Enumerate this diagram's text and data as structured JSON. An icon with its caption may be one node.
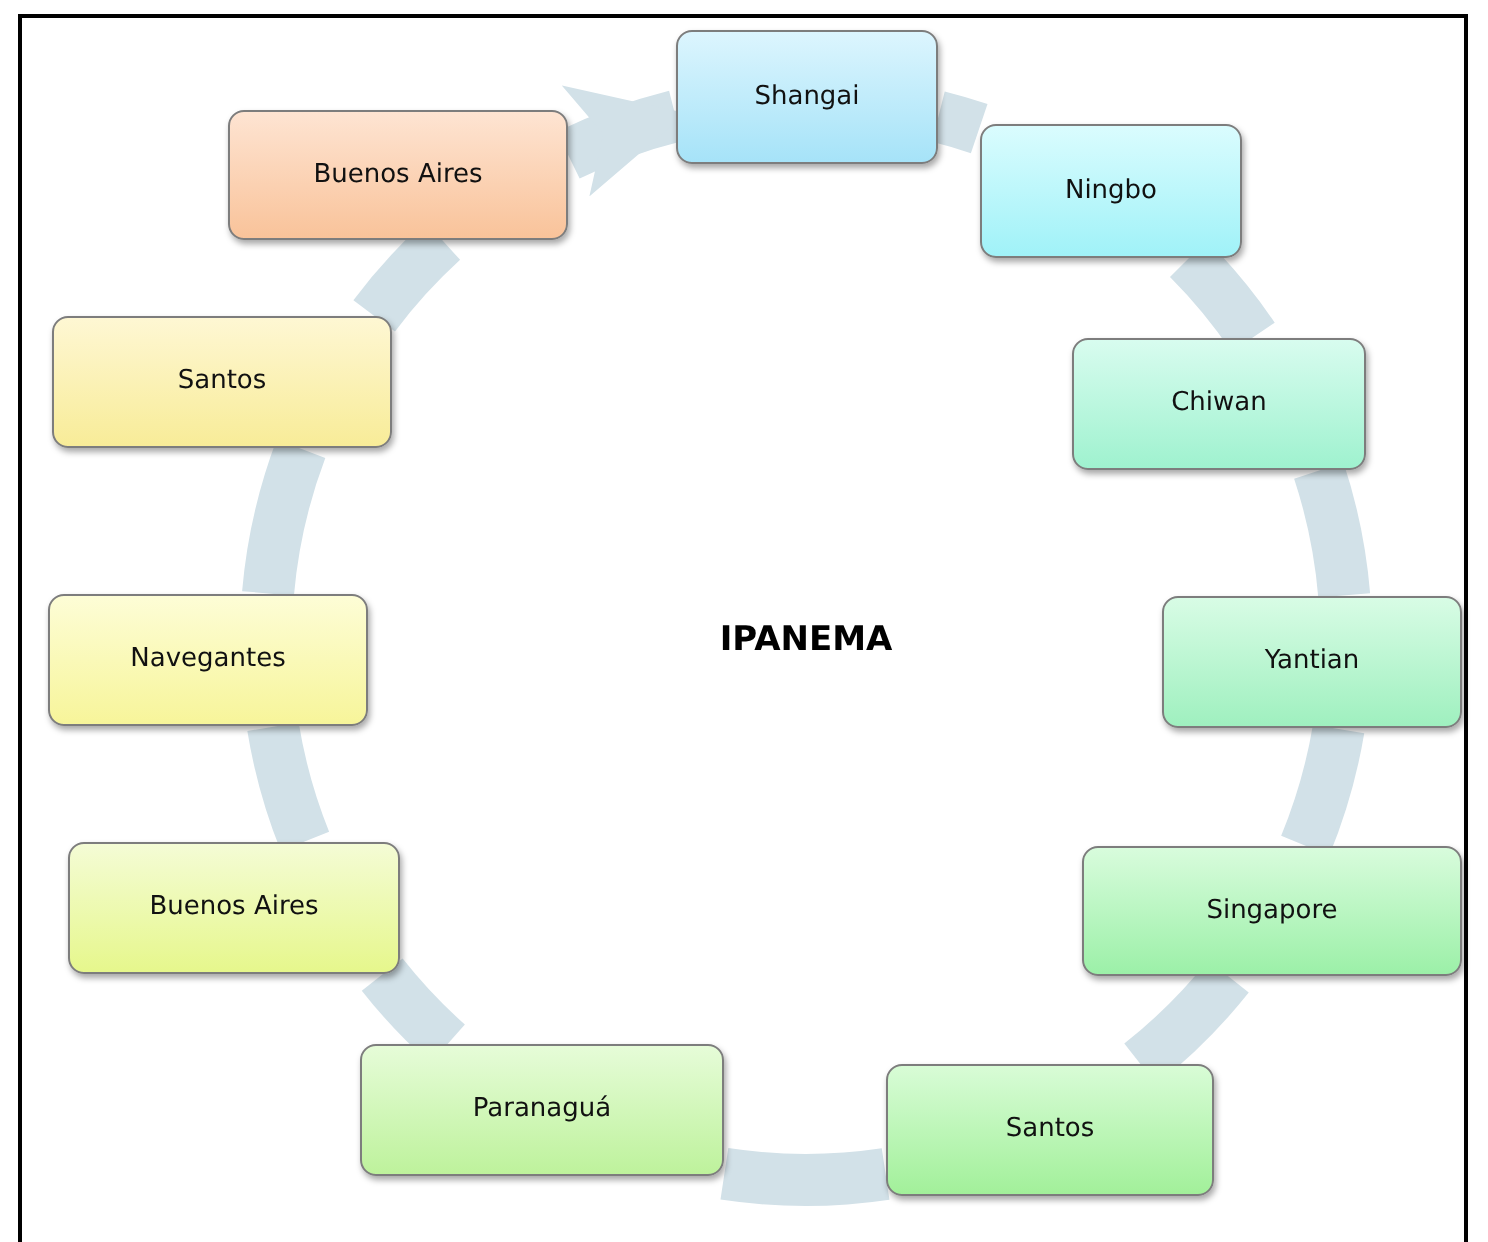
{
  "diagram": {
    "nodes": [
      {
        "text": [
          "Shangai"
        ]
      },
      {
        "text": [
          "Ningbo"
        ]
      },
      {
        "text": [
          "Chiwan"
        ]
      },
      {
        "text": [
          "Yantian"
        ]
      },
      {
        "text": [
          "Singapore"
        ]
      },
      {
        "text": [
          "Santos"
        ]
      },
      {
        "text": [
          "Paranaguá"
        ]
      },
      {
        "text": [
          "Buenos Aires"
        ]
      },
      {
        "text": [
          "Navegantes"
        ]
      },
      {
        "text": [
          "Santos"
        ]
      },
      {
        "text": [
          "Buenos Aires"
        ]
      }
    ],
    "edges": [
      {
        "from": 0,
        "to": 1,
        "arrow": "none"
      },
      {
        "from": 1,
        "to": 2,
        "arrow": "none"
      },
      {
        "from": 2,
        "to": 3,
        "arrow": "none"
      },
      {
        "from": 3,
        "to": 4,
        "arrow": "none"
      },
      {
        "from": 4,
        "to": 5,
        "arrow": "none"
      },
      {
        "from": 5,
        "to": 6,
        "arrow": "none"
      },
      {
        "from": 6,
        "to": 7,
        "arrow": "none"
      },
      {
        "from": 7,
        "to": 8,
        "arrow": "none"
      },
      {
        "from": 8,
        "to": 9,
        "arrow": "none"
      },
      {
        "from": 9,
        "to": 10,
        "arrow": "none"
      },
      {
        "from": 10,
        "to": 0,
        "arrow": "to"
      }
    ],
    "labels": [
      "IPANEMA"
    ]
  }
}
